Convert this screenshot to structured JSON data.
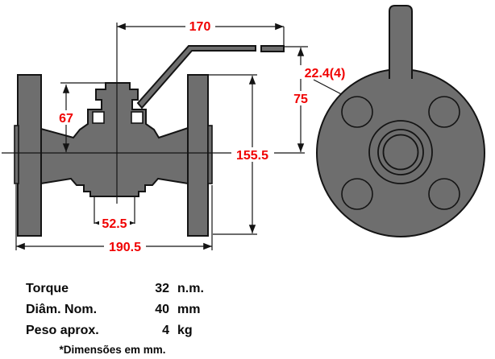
{
  "diagram": {
    "dimension_labels": {
      "handle_length": "170",
      "body_top_height": "67",
      "handle_height": "75",
      "flange_diameter": "155.5",
      "port_width": "52.5",
      "overall_length": "190.5",
      "bolt_holes": "22.4(4)"
    },
    "colors": {
      "body_fill": "#6e6e6e",
      "outline": "#141414",
      "dimension_text": "#f00000"
    }
  },
  "spec_table": {
    "rows": [
      {
        "label": "Torque",
        "value": "32",
        "unit": "n.m."
      },
      {
        "label": "Diâm. Nom.",
        "value": "40",
        "unit": "mm"
      },
      {
        "label": "Peso aprox.",
        "value": "4",
        "unit": "kg"
      }
    ],
    "footnote": "*Dimensões em mm."
  }
}
